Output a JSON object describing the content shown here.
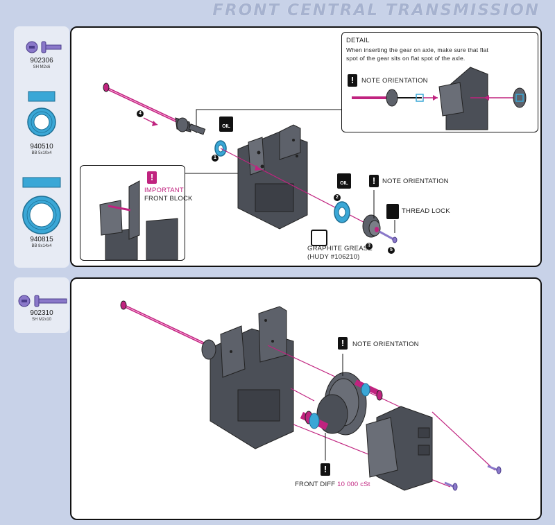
{
  "title": "FRONT CENTRAL TRANSMISSION",
  "parts_panel_1": [
    {
      "code": "902306",
      "desc": "SH M2x6",
      "icon": "screw-icon"
    },
    {
      "code": "940510",
      "desc": "BB 5x10x4",
      "icon": "bearing-icon"
    },
    {
      "code": "940815",
      "desc": "BB 8x14x4",
      "icon": "bearing-icon"
    }
  ],
  "parts_panel_2": [
    {
      "code": "902310",
      "desc": "SH M2x10",
      "icon": "screw-icon"
    }
  ],
  "step1": {
    "detail_title": "DETAIL",
    "detail_text_1": "When inserting the gear on axle, make sure that flat",
    "detail_text_2": "spot of the gear sits on flat spot of the axle.",
    "detail_note": "NOTE ORIENTATION",
    "important_label": "IMPORTANT",
    "front_block_label": "FRONT BLOCK",
    "note_orientation": "NOTE ORIENTATION",
    "thread_lock": "THREAD LOCK",
    "graphite_grease": "GRAPHITE GREASE",
    "hudy_ref": "(HUDY #106210)",
    "oil_badge": "OIL",
    "numbers": [
      "4",
      "1",
      "2",
      "3",
      "5"
    ]
  },
  "step2": {
    "note_orientation": "NOTE ORIENTATION",
    "front_diff": "FRONT DIFF",
    "front_diff_value": "10 000 cSt"
  },
  "colors": {
    "accent": "#c0237f",
    "bearing": "#3aa7d6",
    "part_grey": "#555a63",
    "panel_bg": "#c8d2e8"
  }
}
